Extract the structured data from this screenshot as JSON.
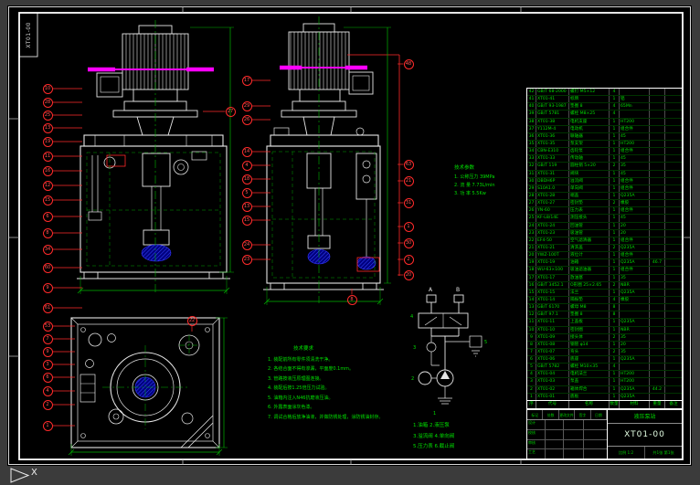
{
  "frame": {
    "vertical_label": "XT01-00",
    "ucs_label": "X"
  },
  "colors": {
    "line": "#e6e6e6",
    "green": "#00e000",
    "red": "#ff2a2a",
    "magenta": "#ff00ff",
    "blue_fill": "#000080",
    "sheet_bg": "#000000"
  },
  "params": {
    "title": "技术参数",
    "lines": [
      "1. 公称压力 39MPa",
      "2. 流 量 7.73L/min",
      "3. 功 率 5.5Kw"
    ]
  },
  "notes": {
    "title": "技术要求",
    "lines": [
      "1. 装配前所有零件须清洗干净。",
      "2. 各结合面不得有渗漏，平面度0.1mm。",
      "3. 管路按液压原理图连接。",
      "4. 装配后按1.25倍压力试验。",
      "5. 油箱内注入N46抗磨液压油。",
      "6. 外露表面涂灰色漆。",
      "7. 调试合格后放净油液，并做防锈处理，涂防锈油封存。"
    ]
  },
  "schematic": {
    "port_a": "A",
    "port_b": "B",
    "labels": [
      "1",
      "2",
      "3",
      "4",
      "5"
    ],
    "legend_lines": [
      "1.油箱  2.液压泵",
      "3.溢流阀  4.单向阀",
      "5.压力表  6.截止阀"
    ]
  },
  "balloons": {
    "view1_left": [
      "10",
      "28",
      "25",
      "13",
      "19",
      "11",
      "16",
      "12",
      "15",
      "6",
      "8",
      "34",
      "60",
      "9",
      "61"
    ],
    "view1_right": [
      "27"
    ],
    "view2_left": [
      "17",
      "29",
      "26",
      "14",
      "4",
      "18",
      "5",
      "13",
      "15",
      "24",
      "23"
    ],
    "view2_right": [
      "48",
      "63",
      "21",
      "31",
      "1",
      "30",
      "2",
      "20"
    ],
    "view2_bottom": [
      "8"
    ],
    "plan_left": [
      "53",
      "7",
      "9",
      "3",
      "6",
      "4",
      "2",
      "1"
    ],
    "plan_top": [
      "22"
    ]
  },
  "parts_table": {
    "headers": [
      "序号",
      "代号",
      "名称",
      "数量",
      "材料",
      "重量",
      "备注"
    ],
    "rows": [
      [
        "42",
        "GB/T 68-2000",
        "螺钉 M5×12",
        "4",
        "",
        "",
        ""
      ],
      [
        "41",
        "XT01-41",
        "标牌",
        "1",
        "铝",
        "",
        ""
      ],
      [
        "40",
        "GB/T 93-1987",
        "垫圈 8",
        "4",
        "65Mn",
        "",
        ""
      ],
      [
        "39",
        "GB/T 5781",
        "螺栓 M8×25",
        "4",
        "",
        "",
        ""
      ],
      [
        "38",
        "XT01-38",
        "电机支座",
        "1",
        "HT200",
        "",
        ""
      ],
      [
        "37",
        "Y112M-4",
        "电动机",
        "1",
        "组合件",
        "",
        ""
      ],
      [
        "36",
        "XT01-36",
        "联轴器",
        "1",
        "45",
        "",
        ""
      ],
      [
        "35",
        "XT01-35",
        "泵支架",
        "1",
        "HT200",
        "",
        ""
      ],
      [
        "34",
        "CBN-E310",
        "齿轮泵",
        "1",
        "组合件",
        "",
        ""
      ],
      [
        "33",
        "XT01-33",
        "传动轴",
        "1",
        "45",
        "",
        ""
      ],
      [
        "32",
        "GB/T 119",
        "圆柱销 5×20",
        "2",
        "35",
        "",
        ""
      ],
      [
        "31",
        "XT01-31",
        "阀块",
        "1",
        "45",
        "",
        ""
      ],
      [
        "30",
        "DBDH6P",
        "溢流阀",
        "1",
        "组合件",
        "",
        ""
      ],
      [
        "29",
        "S10A1.0",
        "单向阀",
        "1",
        "组合件",
        "",
        ""
      ],
      [
        "28",
        "XT01-28",
        "端盖",
        "1",
        "Q235A",
        "",
        ""
      ],
      [
        "27",
        "XT01-27",
        "密封垫",
        "2",
        "橡胶",
        "",
        ""
      ],
      [
        "26",
        "YN-60",
        "压力表",
        "1",
        "组合件",
        "",
        ""
      ],
      [
        "25",
        "KF-L8/14E",
        "测压接头",
        "1",
        "45",
        "",
        ""
      ],
      [
        "24",
        "XT01-24",
        "回油管",
        "1",
        "20",
        "",
        ""
      ],
      [
        "23",
        "XT01-23",
        "吸油管",
        "1",
        "20",
        "",
        ""
      ],
      [
        "22",
        "EF4-50",
        "空气滤清器",
        "1",
        "组合件",
        "",
        ""
      ],
      [
        "21",
        "XT01-21",
        "清洗盖",
        "2",
        "Q235A",
        "",
        ""
      ],
      [
        "20",
        "YWZ-100T",
        "液位计",
        "1",
        "组合件",
        "",
        ""
      ],
      [
        "19",
        "XT01-19",
        "油箱",
        "1",
        "Q235A",
        "46.7",
        ""
      ],
      [
        "18",
        "WU-63×100",
        "吸油滤油器",
        "1",
        "组合件",
        "",
        ""
      ],
      [
        "17",
        "XT01-17",
        "放油塞",
        "1",
        "35",
        "",
        ""
      ],
      [
        "16",
        "GB/T 3452.1",
        "O形圈 25×2.65",
        "2",
        "NBR",
        "",
        ""
      ],
      [
        "15",
        "XT01-15",
        "法兰",
        "1",
        "Q235A",
        "",
        ""
      ],
      [
        "14",
        "XT01-14",
        "隔振垫",
        "4",
        "橡胶",
        "",
        ""
      ],
      [
        "13",
        "GB/T 6170",
        "螺母 M8",
        "8",
        "",
        "",
        ""
      ],
      [
        "12",
        "GB/T 97.1",
        "垫圈 8",
        "8",
        "",
        "",
        ""
      ],
      [
        "11",
        "XT01-11",
        "上盖板",
        "1",
        "Q235A",
        "",
        ""
      ],
      [
        "10",
        "XT01-10",
        "密封圈",
        "1",
        "NBR",
        "",
        ""
      ],
      [
        "9",
        "XT01-09",
        "接头体",
        "2",
        "35",
        "",
        ""
      ],
      [
        "8",
        "XT01-08",
        "钢管 φ14",
        "1",
        "20",
        "",
        ""
      ],
      [
        "7",
        "XT01-07",
        "弯头",
        "2",
        "35",
        "",
        ""
      ],
      [
        "6",
        "XT01-06",
        "底座",
        "1",
        "Q235A",
        "",
        ""
      ],
      [
        "5",
        "GB/T 5782",
        "螺栓 M10×35",
        "4",
        "",
        "",
        ""
      ],
      [
        "4",
        "XT01-04",
        "电机法兰",
        "1",
        "HT200",
        "",
        ""
      ],
      [
        "3",
        "XT01-03",
        "泵盖",
        "1",
        "HT200",
        "",
        ""
      ],
      [
        "2",
        "XT01-02",
        "箱体焊合",
        "1",
        "Q235A",
        "44.2",
        ""
      ],
      [
        "1",
        "XT01-01",
        "底板",
        "1",
        "Q235A",
        "",
        ""
      ]
    ]
  },
  "title_block": {
    "name": "液压泵站",
    "code": "XT01-00",
    "scale_label": "比例",
    "scale": "1:2",
    "sheets": "共1张 第1张",
    "rev_headers": [
      "标记",
      "处数",
      "更改文件号",
      "签字",
      "日期"
    ],
    "sign_rows": [
      "设计",
      "校核",
      "审核",
      "工艺"
    ]
  }
}
